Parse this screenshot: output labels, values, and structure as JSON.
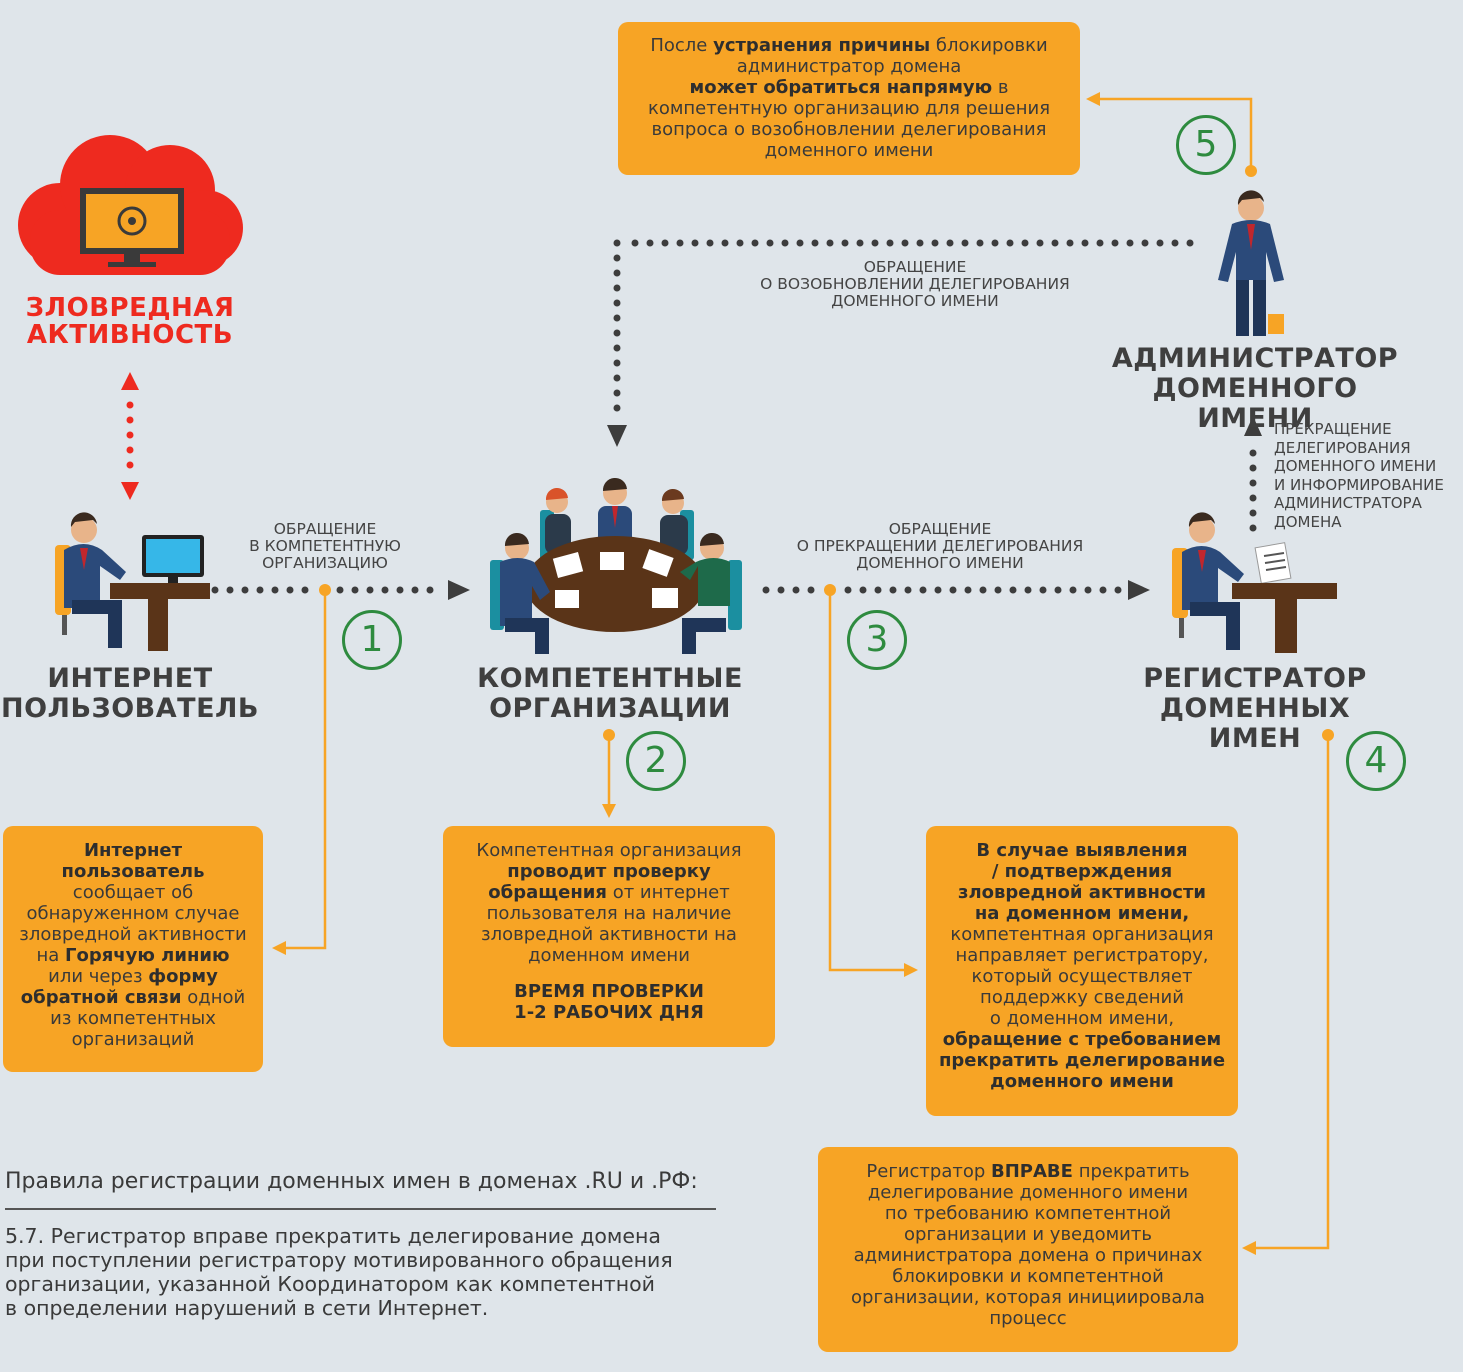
{
  "malware": {
    "label_line1": "ЗЛОВРЕДНАЯ",
    "label_line2": "АКТИВНОСТЬ"
  },
  "nodes": {
    "user": {
      "line1": "ИНТЕРНЕТ",
      "line2": "ПОЛЬЗОВАТЕЛЬ"
    },
    "org": {
      "line1": "КОМПЕТЕНТНЫЕ",
      "line2": "ОРГАНИЗАЦИИ"
    },
    "registrar": {
      "line1": "РЕГИСТРАТОР",
      "line2": "ДОМЕННЫХ ИМЕН"
    },
    "admin": {
      "line1": "АДМИНИСТРАТОР",
      "line2": "ДОМЕННОГО ИМЕНИ"
    }
  },
  "arrows": {
    "user_to_org": [
      "ОБРАЩЕНИЕ",
      "В КОМПЕТЕНТНУЮ",
      "ОРГАНИЗАЦИЮ"
    ],
    "org_to_registrar": [
      "ОБРАЩЕНИЕ",
      "О ПРЕКРАЩЕНИИ ДЕЛЕГИРОВАНИЯ",
      "ДОМЕННОГО ИМЕНИ"
    ],
    "admin_to_org": [
      "ОБРАЩЕНИЕ",
      "О ВОЗОБНОВЛЕНИИ ДЕЛЕГИРОВАНИЯ",
      "ДОМЕННОГО ИМЕНИ"
    ],
    "registrar_to_admin": [
      "ПРЕКРАЩЕНИЕ",
      "ДЕЛЕГИРОВАНИЯ",
      "ДОМЕННОГО ИМЕНИ",
      "И ИНФОРМИРОВАНИЕ",
      "АДМИНИСТРАТОРА",
      "ДОМЕНА"
    ]
  },
  "steps": [
    "1",
    "2",
    "3",
    "4",
    "5"
  ],
  "boxes": {
    "step1": {
      "b1": "Интернет",
      "b2": "пользователь",
      "t1": "сообщает об",
      "t2": "обнаруженном случае",
      "t3": "зловредной активности",
      "t4": "на",
      "b3": "Горячую линию",
      "t5": "или через",
      "b4": "форму",
      "b5": "обратной связи",
      "t6": "одной",
      "t7": "из компетентных",
      "t8": "организаций"
    },
    "step2": {
      "t1": "Компетентная организация",
      "b1": "проводит проверку",
      "b2": "обращения",
      "t2": "от интернет",
      "t3": "пользователя на наличие",
      "t4": "зловредной активности на",
      "t5": "доменном имени",
      "b3": "ВРЕМЯ ПРОВЕРКИ",
      "b4": "1-2 РАБОЧИХ ДНЯ"
    },
    "step3": {
      "b1": "В случае выявления",
      "b2": "/ подтверждения",
      "b3": "зловредной активности",
      "b4": "на доменном имени,",
      "t1": "компетентная организация",
      "t2": "направляет регистратору,",
      "t3": "который осуществляет",
      "t4": "поддержку сведений",
      "t5": "о доменном имени,",
      "b5": "обращение с требованием",
      "b6": "прекратить делегирование",
      "b7": "доменного имени"
    },
    "step4": {
      "t1": "Регистратор",
      "b1": "ВПРАВЕ",
      "t2": "прекратить",
      "t3": "делегирование доменного имени",
      "t4": "по требованию компетентной",
      "t5": "организации и уведомить",
      "t6": "администратора домена о причинах",
      "t7": "блокировки и компетентной",
      "t8": "организации, которая инициировала",
      "t9": "процесс"
    },
    "step5": {
      "t1": "После",
      "b1": "устранения причины",
      "t2": "блокировки",
      "t3": "администратор домена",
      "b2": "может обратиться напрямую",
      "t4": "в",
      "t5": "компетентную организацию для решения",
      "t6": "вопроса о возобновлении делегирования",
      "t7": "доменного имени"
    }
  },
  "rules": {
    "heading": "Правила регистрации доменных имен в доменах .RU и .РФ:",
    "lines": [
      "5.7. Регистратор вправе прекратить делегирование домена",
      "при поступлении регистратору мотивированного обращения",
      "организации, указанной Координатором как компетентной",
      "в определении нарушений в сети Интернет."
    ]
  },
  "colors": {
    "background": "#dfe5ea",
    "box": "#f7a425",
    "step_circle": "#2e8b3f",
    "malware_red": "#ee2a1f",
    "dots": "#3d3d3d"
  }
}
